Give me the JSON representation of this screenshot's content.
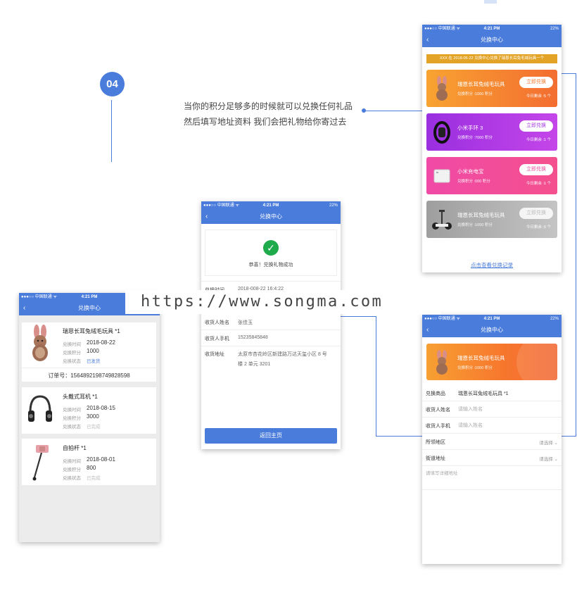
{
  "intro": {
    "step_number": "04",
    "line1": "当你的积分足够多的时候就可以兑换任何礼品",
    "line2": "然后填写地址资料 我们会把礼物给你寄过去"
  },
  "watermark": "https://www.songma.com",
  "status_bar": {
    "carrier": "●●●○○ 中国联通 ᯤ",
    "time": "4:21 PM",
    "battery": "22%"
  },
  "colors": {
    "primary": "#4a7cdc",
    "success": "#1faa4b",
    "notice": "#e3a327"
  },
  "orders_screen": {
    "title": "兑换中心",
    "labels": {
      "time": "兑换时间",
      "points": "兑换积分",
      "status": "兑换状态"
    },
    "orders": [
      {
        "name": "瑞恩长耳兔绒毛玩具 *1",
        "time": "2018-08-22",
        "points": "1000",
        "status": "已发货",
        "order_no": "订单号：1564892198749828598",
        "icon": "plush-rabbit-icon"
      },
      {
        "name": "头戴式耳机 *1",
        "time": "2018-08-15",
        "points": "3000",
        "status": "已完成",
        "icon": "headphones-icon"
      },
      {
        "name": "自拍杆 *1",
        "time": "2018-08-01",
        "points": "800",
        "status": "已完成",
        "icon": "selfie-stick-icon"
      }
    ]
  },
  "success_screen": {
    "title": "兑换中心",
    "message": "恭喜！兑换礼物成功",
    "fields": [
      {
        "label": "兑换时间",
        "value": "2018-008-22 16:4:22"
      },
      {
        "label": "收货人姓名",
        "value": "张佳玉"
      },
      {
        "label": "收货人手机",
        "value": "15235845848"
      },
      {
        "label": "收货地址",
        "value": "太原市杏花岭区新建路万达天玺小区 8 号",
        "value2": "楼 2 单元  3201"
      }
    ],
    "return_button": "返回主页"
  },
  "exchange_screen": {
    "title": "兑换中心",
    "notice": "XXX 在 2018-05-22 兑换中心兑换了瑞恩长耳兔毛绒玩具一个",
    "gifts": [
      {
        "name": "瑞恩长耳兔绒毛玩具",
        "points": "兑换积分 :1000 积分",
        "button": "立即兑换",
        "remaining": "今日剩余 :5 个",
        "icon": "plush-rabbit-icon",
        "color_start": "#f8a331",
        "color_end": "#f36d31"
      },
      {
        "name": "小米手环 3",
        "points": "兑换积分 :7000 积分",
        "button": "立即兑换",
        "remaining": "今日剩余 :1 个",
        "icon": "fitness-band-icon",
        "color_start": "#9a2fe0",
        "color_end": "#c446e9"
      },
      {
        "name": "小米充电宝",
        "points": "兑换积分 :000 积分",
        "button": "立即兑换",
        "remaining": "今日剩余 :1 个",
        "icon": "power-bank-icon",
        "color_start": "#f04aa6",
        "color_end": "#f4508e"
      },
      {
        "name": "瑞恩长耳兔绒毛玩具",
        "points": "兑换积分 :1000 积分",
        "button": "立即兑换",
        "remaining": "今日剩余 :0 个",
        "icon": "balance-scooter-icon",
        "color_start": "#9e9e9e",
        "color_end": "#c4c4c4"
      }
    ],
    "record_link": "点击查看兑换记录"
  },
  "address_screen": {
    "title": "兑换中心",
    "gift": {
      "name": "瑞恩长耳兔绒毛玩具",
      "points": "兑换积分 :1000 积分",
      "icon": "plush-rabbit-icon"
    },
    "product_label": "兑换商品",
    "product_value": "瑞恩长耳兔绒毛玩具 *1",
    "name_label": "收货人姓名",
    "name_placeholder": "请输入姓名",
    "phone_label": "收货人手机",
    "phone_placeholder": "请输入姓名",
    "region_label": "所领地区",
    "region_select": "请选择",
    "street_label": "街道地址",
    "street_select": "请选择",
    "detail_placeholder": "请填写详细地址"
  }
}
